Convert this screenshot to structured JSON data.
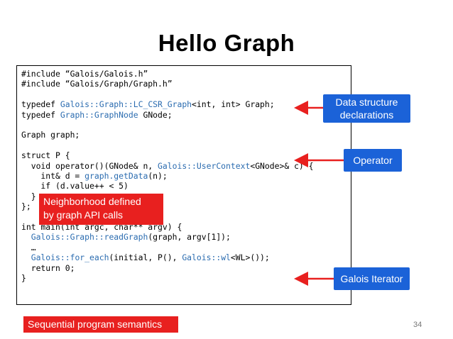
{
  "slide": {
    "title": "Hello Graph",
    "page_number": "34"
  },
  "code": {
    "lines": [
      [
        {
          "t": "#include “Galois/Galois.h”"
        }
      ],
      [
        {
          "t": "#include “Galois/Graph/Graph.h”"
        }
      ],
      [],
      [
        {
          "t": "typedef "
        },
        {
          "t": "Galois::Graph::LC_CSR_Graph",
          "hl": true
        },
        {
          "t": "<int, int> Graph;"
        }
      ],
      [
        {
          "t": "typedef "
        },
        {
          "t": "Graph::GraphNode",
          "hl": true
        },
        {
          "t": " GNode;"
        }
      ],
      [],
      [
        {
          "t": "Graph graph;"
        }
      ],
      [],
      [
        {
          "t": "struct P {"
        }
      ],
      [
        {
          "t": "  void operator()(GNode& n, "
        },
        {
          "t": "Galois::UserContext",
          "hl": true
        },
        {
          "t": "<GNode>& c) {"
        }
      ],
      [
        {
          "t": "    int& d = "
        },
        {
          "t": "graph.getData",
          "hl": true
        },
        {
          "t": "(n);"
        }
      ],
      [
        {
          "t": "    if (d.value++ < 5)"
        }
      ],
      [
        {
          "t": "  }"
        }
      ],
      [
        {
          "t": "};"
        }
      ],
      [],
      [
        {
          "t": "int main(int argc, char** argv) {"
        }
      ],
      [
        {
          "t": "  "
        },
        {
          "t": "Galois::Graph::readGraph",
          "hl": true
        },
        {
          "t": "(graph, argv[1]);"
        }
      ],
      [
        {
          "t": "  …"
        }
      ],
      [
        {
          "t": "  "
        },
        {
          "t": "Galois::for_each",
          "hl": true
        },
        {
          "t": "(initial, P(), "
        },
        {
          "t": "Galois::wl",
          "hl": true
        },
        {
          "t": "<WL>());"
        }
      ],
      [
        {
          "t": "  return 0;"
        }
      ],
      [
        {
          "t": "}"
        }
      ]
    ]
  },
  "callouts": {
    "data_structure_line1": "Data structure",
    "data_structure_line2": "declarations",
    "operator": "Operator",
    "iterator": "Galois Iterator"
  },
  "notes": {
    "neighborhood_line1": "Neighborhood defined",
    "neighborhood_line2": "by graph API calls",
    "sequential": "Sequential program semantics"
  },
  "colors": {
    "callout_blue": "#1b62d8",
    "note_red": "#e8201f",
    "arrow_red": "#e8201f",
    "code_highlight": "#2b6cb0"
  }
}
